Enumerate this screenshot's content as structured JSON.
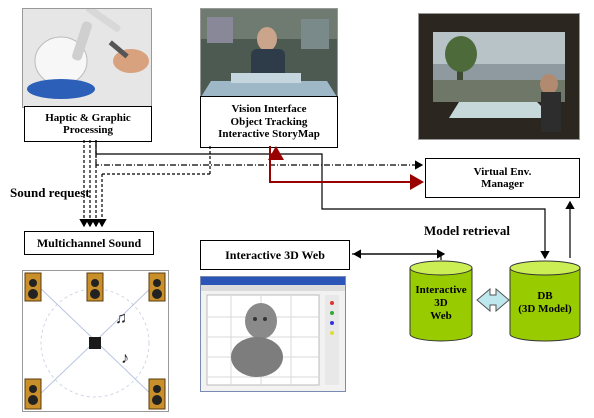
{
  "boxes": {
    "haptic": "Haptic & Graphic\nProcessing",
    "vision": "Vision Interface\nObject Tracking\nInteractive StoryMap",
    "virtual_env": "Virtual Env.\nManager",
    "multichannel": "Multichannel Sound",
    "web3d": "Interactive 3D Web"
  },
  "labels": {
    "sound_request": "Sound request",
    "model_retrieval": "Model retrieval"
  },
  "cylinders": {
    "interactive": "Interactive\n3D\nWeb",
    "db": "DB\n(3D Model)"
  },
  "colors": {
    "cylinder_fill": "#99cc00",
    "cylinder_top": "#ccee55",
    "red_line": "#990000",
    "double_arrow": "#bfe7ee"
  }
}
